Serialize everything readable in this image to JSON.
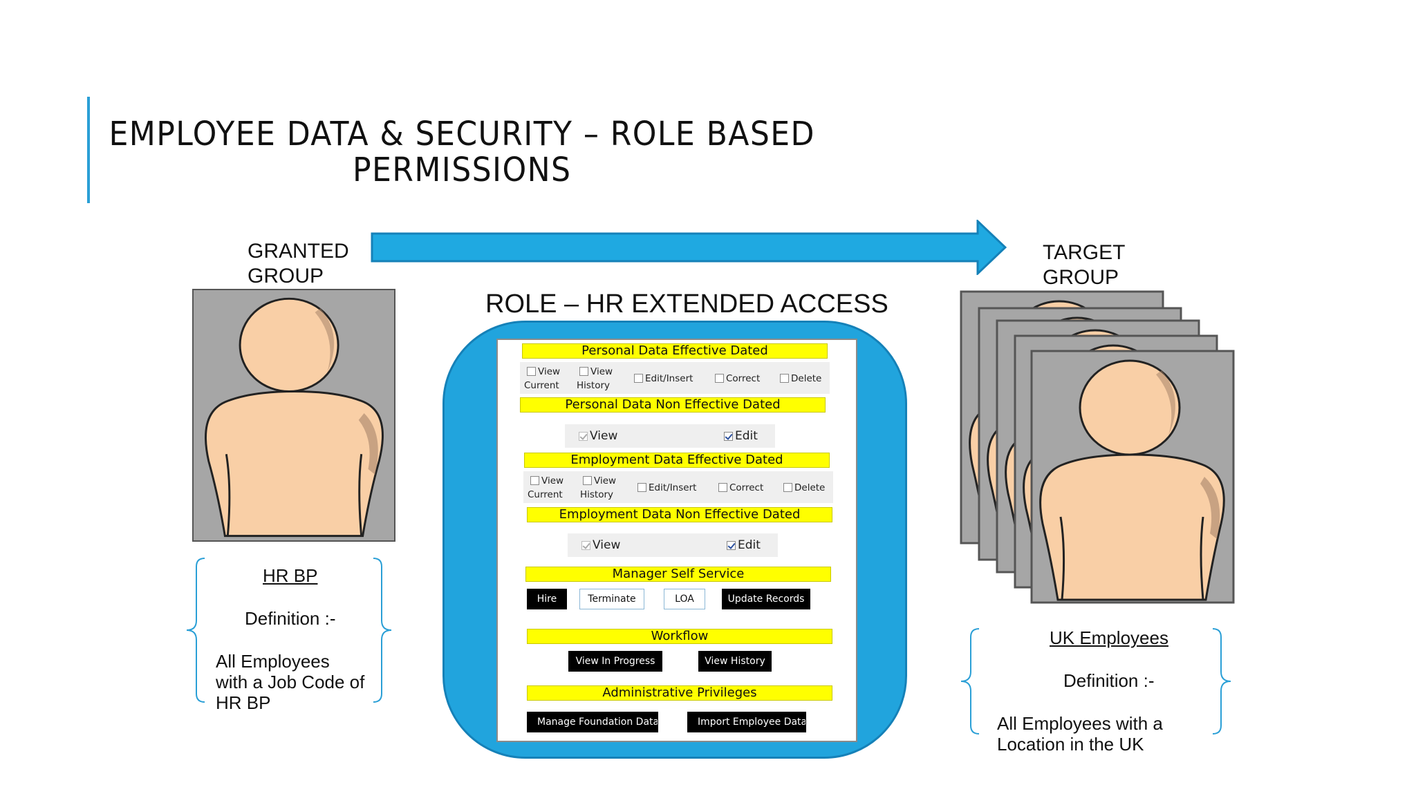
{
  "title": "EMPLOYEE DATA & SECURITY – ROLE BASED\nPERMISSIONS",
  "granted": {
    "label": "GRANTED\nGROUP",
    "name": "HR BP",
    "definition_label": "Definition :-",
    "definition_text": "All Employees\nwith a Job Code of\nHR BP"
  },
  "target": {
    "label": "TARGET\nGROUP",
    "name": "UK Employees",
    "definition_label": "Definition :-",
    "definition_text": "All Employees with a\nLocation in the UK"
  },
  "role": {
    "heading": "ROLE – HR EXTENDED ACCESS",
    "sections": {
      "personal_eff": "Personal Data Effective Dated",
      "personal_noneff": "Personal Data  Non Effective Dated",
      "employment_eff": "Employment Data Effective Dated",
      "employment_noneff": "Employment Data Non Effective Dated",
      "mss": "Manager Self Service",
      "workflow": "Workflow",
      "admin": "Administrative Privileges"
    },
    "effective_options": {
      "view": "View",
      "current": "Current",
      "history": "History",
      "edit_insert": "Edit/Insert",
      "correct": "Correct",
      "delete": "Delete"
    },
    "noneff_options": {
      "view": "View",
      "edit": "Edit"
    },
    "mss_buttons": {
      "hire": "Hire",
      "terminate": "Terminate",
      "loa": "LOA",
      "update": "Update Records"
    },
    "workflow_buttons": {
      "in_progress": "View In Progress",
      "history": "View History"
    },
    "admin_buttons": {
      "foundation": "Manage Foundation Data",
      "import": "Import Employee Data"
    }
  },
  "colors": {
    "accent": "#2a9fd6",
    "arrow": "#1fa9e1",
    "role_blob": "#21a4dd",
    "highlight": "#ffff00",
    "skin": "#f9cfa6",
    "card": "#a6a6a6"
  }
}
